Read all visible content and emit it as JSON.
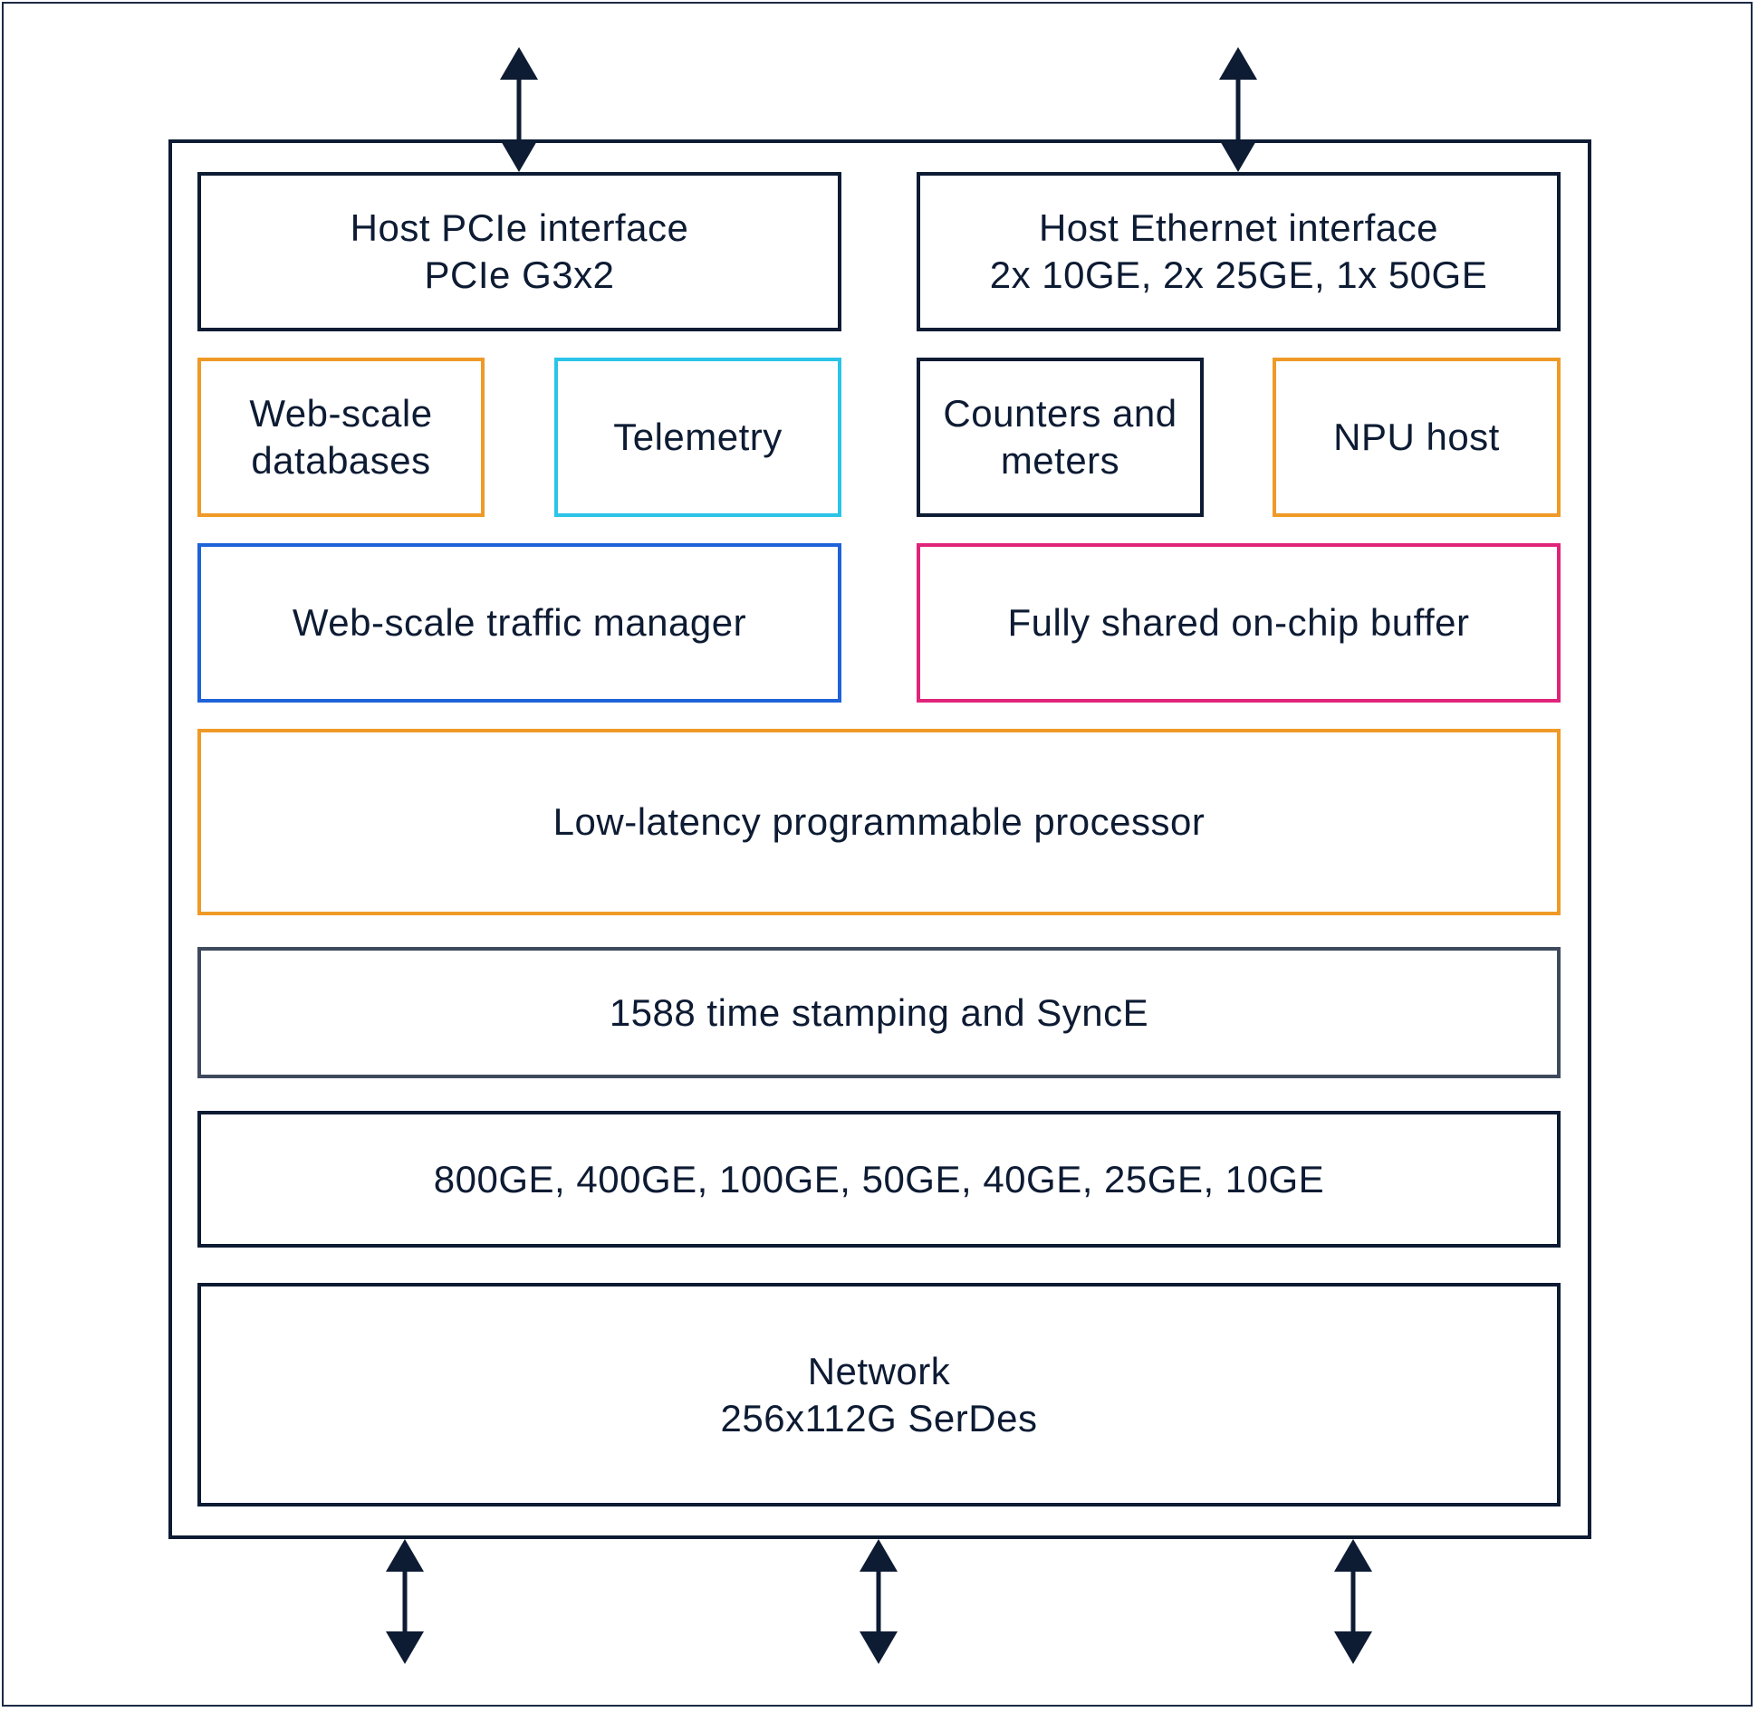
{
  "blocks": {
    "host_pcie": {
      "line1": "Host PCIe interface",
      "line2": "PCIe G3x2"
    },
    "host_ethernet": {
      "line1": "Host Ethernet interface",
      "line2": "2x 10GE, 2x 25GE, 1x 50GE"
    },
    "web_scale_databases": {
      "line1": "Web-scale",
      "line2": "databases"
    },
    "telemetry": {
      "label": "Telemetry"
    },
    "counters_meters": {
      "line1": "Counters and",
      "line2": "meters"
    },
    "npu_host": {
      "label": "NPU host"
    },
    "traffic_manager": {
      "label": "Web-scale traffic manager"
    },
    "onchip_buffer": {
      "label": "Fully shared on-chip buffer"
    },
    "processor": {
      "label": "Low-latency programmable processor"
    },
    "timestamping": {
      "label": "1588 time stamping and SyncE"
    },
    "port_speeds": {
      "label": "800GE, 400GE, 100GE, 50GE, 40GE, 25GE, 10GE"
    },
    "network": {
      "line1": "Network",
      "line2": "256x112G SerDes"
    }
  },
  "colors": {
    "navy": "#0d1b33",
    "orange": "#ef9a27",
    "cyan": "#2bc4e8",
    "blue": "#1e63d8",
    "pink": "#e0247a",
    "gray": "#3e4a5c"
  },
  "arrows": [
    "bidirectional-arrow-top-pcie",
    "bidirectional-arrow-top-ethernet",
    "bidirectional-arrow-bottom-left",
    "bidirectional-arrow-bottom-center",
    "bidirectional-arrow-bottom-right"
  ]
}
